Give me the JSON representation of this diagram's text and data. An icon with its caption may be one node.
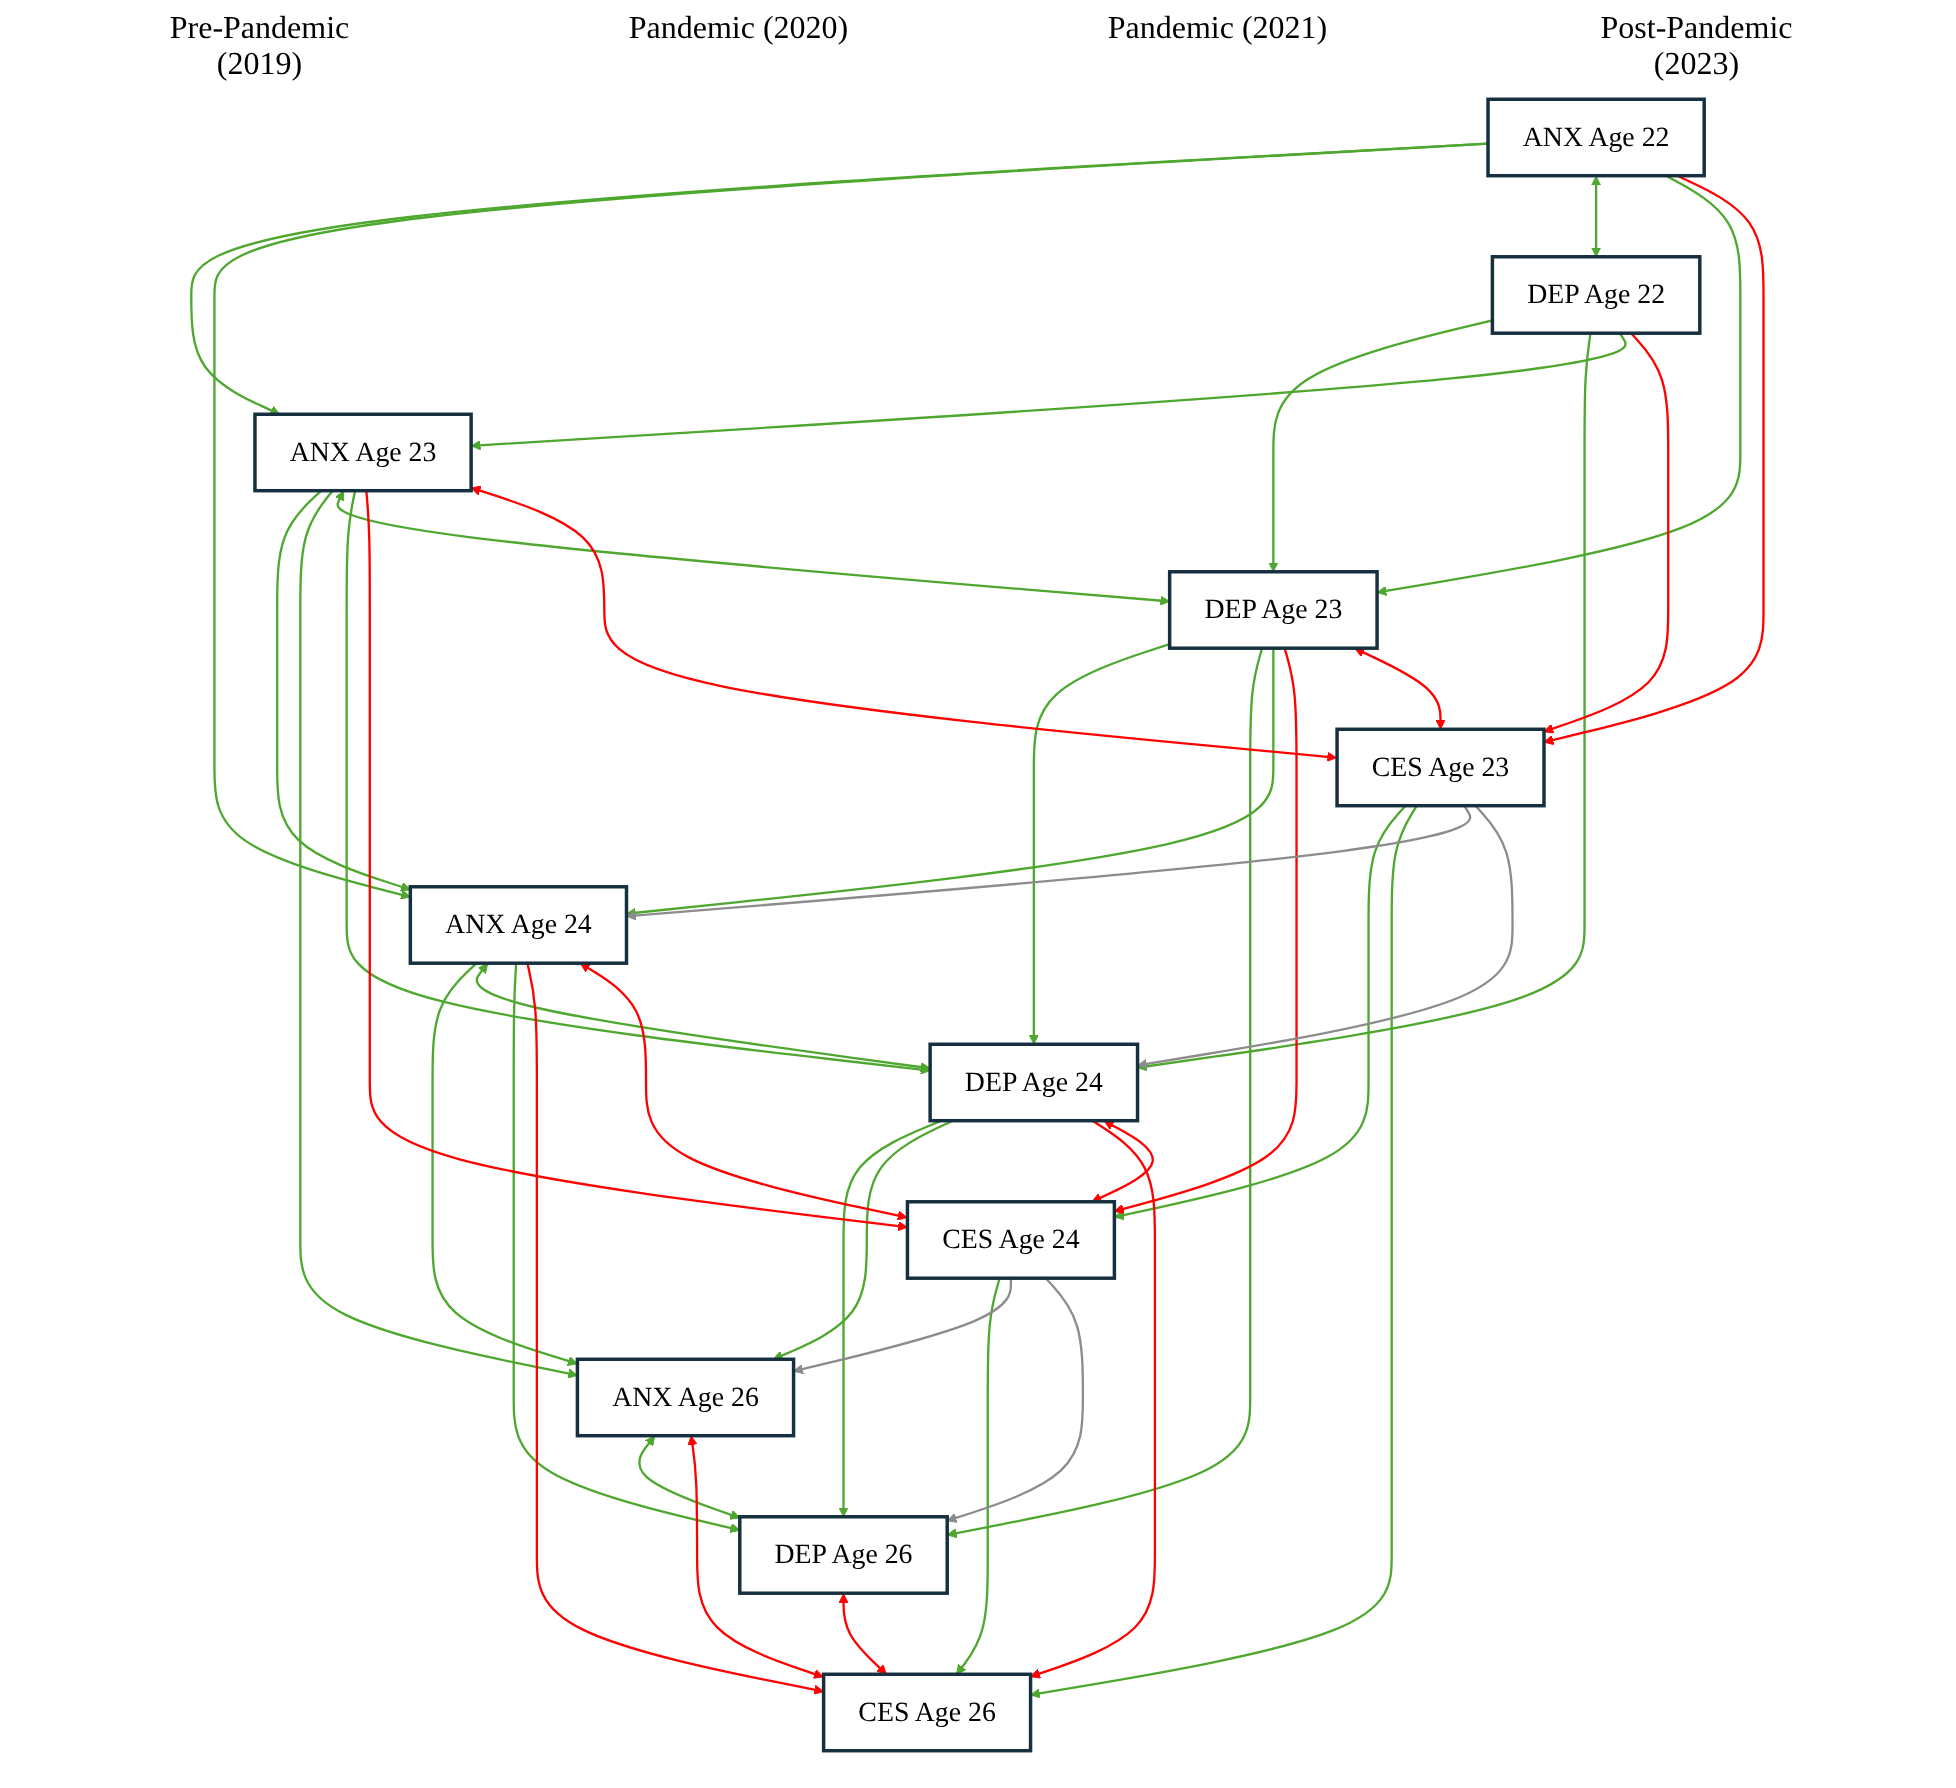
{
  "diagram": {
    "nodes": [
      {
        "text": [
          "ANX Age 22"
        ]
      },
      {
        "text": [
          "ANX Age 23"
        ]
      },
      {
        "text": [
          "ANX Age 24"
        ]
      },
      {
        "text": [
          "ANX Age 26"
        ]
      },
      {
        "text": [
          "DEP Age 22"
        ]
      },
      {
        "text": [
          "DEP Age 23"
        ]
      },
      {
        "text": [
          "DEP Age 24"
        ]
      },
      {
        "text": [
          "DEP Age 26"
        ]
      },
      {
        "text": [
          "CES Age 23"
        ]
      },
      {
        "text": [
          "CES Age 24"
        ]
      },
      {
        "text": [
          "CES Age 26"
        ]
      }
    ],
    "edges": [
      {
        "from": 0,
        "to": 1,
        "arrow": "to"
      },
      {
        "from": 1,
        "to": 2,
        "arrow": "to"
      },
      {
        "from": 2,
        "to": 3,
        "arrow": "to"
      },
      {
        "from": 0,
        "to": 2,
        "arrow": "to"
      },
      {
        "from": 1,
        "to": 3,
        "arrow": "to"
      },
      {
        "from": 0,
        "to": 4,
        "arrow": "both"
      },
      {
        "from": 1,
        "to": 5,
        "arrow": "both"
      },
      {
        "from": 2,
        "to": 6,
        "arrow": "both"
      },
      {
        "from": 3,
        "to": 7,
        "arrow": "both"
      },
      {
        "from": 4,
        "to": 5,
        "arrow": "to"
      },
      {
        "from": 5,
        "to": 6,
        "arrow": "to"
      },
      {
        "from": 6,
        "to": 7,
        "arrow": "to"
      },
      {
        "from": 4,
        "to": 6,
        "arrow": "to"
      },
      {
        "from": 5,
        "to": 7,
        "arrow": "to"
      },
      {
        "from": 0,
        "to": 5,
        "arrow": "to"
      },
      {
        "from": 4,
        "to": 1,
        "arrow": "to"
      },
      {
        "from": 1,
        "to": 6,
        "arrow": "to"
      },
      {
        "from": 5,
        "to": 2,
        "arrow": "to"
      },
      {
        "from": 2,
        "to": 7,
        "arrow": "to"
      },
      {
        "from": 6,
        "to": 3,
        "arrow": "to"
      },
      {
        "from": 8,
        "to": 9,
        "arrow": "to"
      },
      {
        "from": 9,
        "to": 10,
        "arrow": "to"
      },
      {
        "from": 8,
        "to": 10,
        "arrow": "to"
      },
      {
        "from": 0,
        "to": 8,
        "arrow": "to",
        "color": "#ff0000"
      },
      {
        "from": 4,
        "to": 8,
        "arrow": "to",
        "color": "#ff0000"
      },
      {
        "from": 1,
        "to": 9,
        "arrow": "to",
        "color": "#ff0000"
      },
      {
        "from": 5,
        "to": 9,
        "arrow": "to",
        "color": "#ff0000"
      },
      {
        "from": 2,
        "to": 10,
        "arrow": "to",
        "color": "#ff0000"
      },
      {
        "from": 6,
        "to": 10,
        "arrow": "to",
        "color": "#ff0000"
      },
      {
        "from": 5,
        "to": 8,
        "arrow": "both",
        "color": "#ff0000"
      },
      {
        "from": 6,
        "to": 9,
        "arrow": "both",
        "color": "#ff0000"
      },
      {
        "from": 7,
        "to": 10,
        "arrow": "both",
        "color": "#ff0000"
      },
      {
        "from": 8,
        "to": 1,
        "arrow": "both",
        "color": "#ff0000"
      },
      {
        "from": 9,
        "to": 2,
        "arrow": "both",
        "color": "#ff0000"
      },
      {
        "from": 10,
        "to": 3,
        "arrow": "both",
        "color": "#ff0000"
      },
      {
        "from": 8,
        "to": 2,
        "arrow": "to",
        "color": "#8c8c8c"
      },
      {
        "from": 8,
        "to": 6,
        "arrow": "to",
        "color": "#8c8c8c"
      },
      {
        "from": 9,
        "to": 3,
        "arrow": "to",
        "color": "#8c8c8c"
      },
      {
        "from": 9,
        "to": 7,
        "arrow": "to",
        "color": "#8c8c8c"
      }
    ],
    "labels": [
      "Pre-Pandemic (2019)",
      "Pandemic (2020)",
      "Pandemic (2021)",
      "Post-Pandemic (2023)"
    ]
  }
}
